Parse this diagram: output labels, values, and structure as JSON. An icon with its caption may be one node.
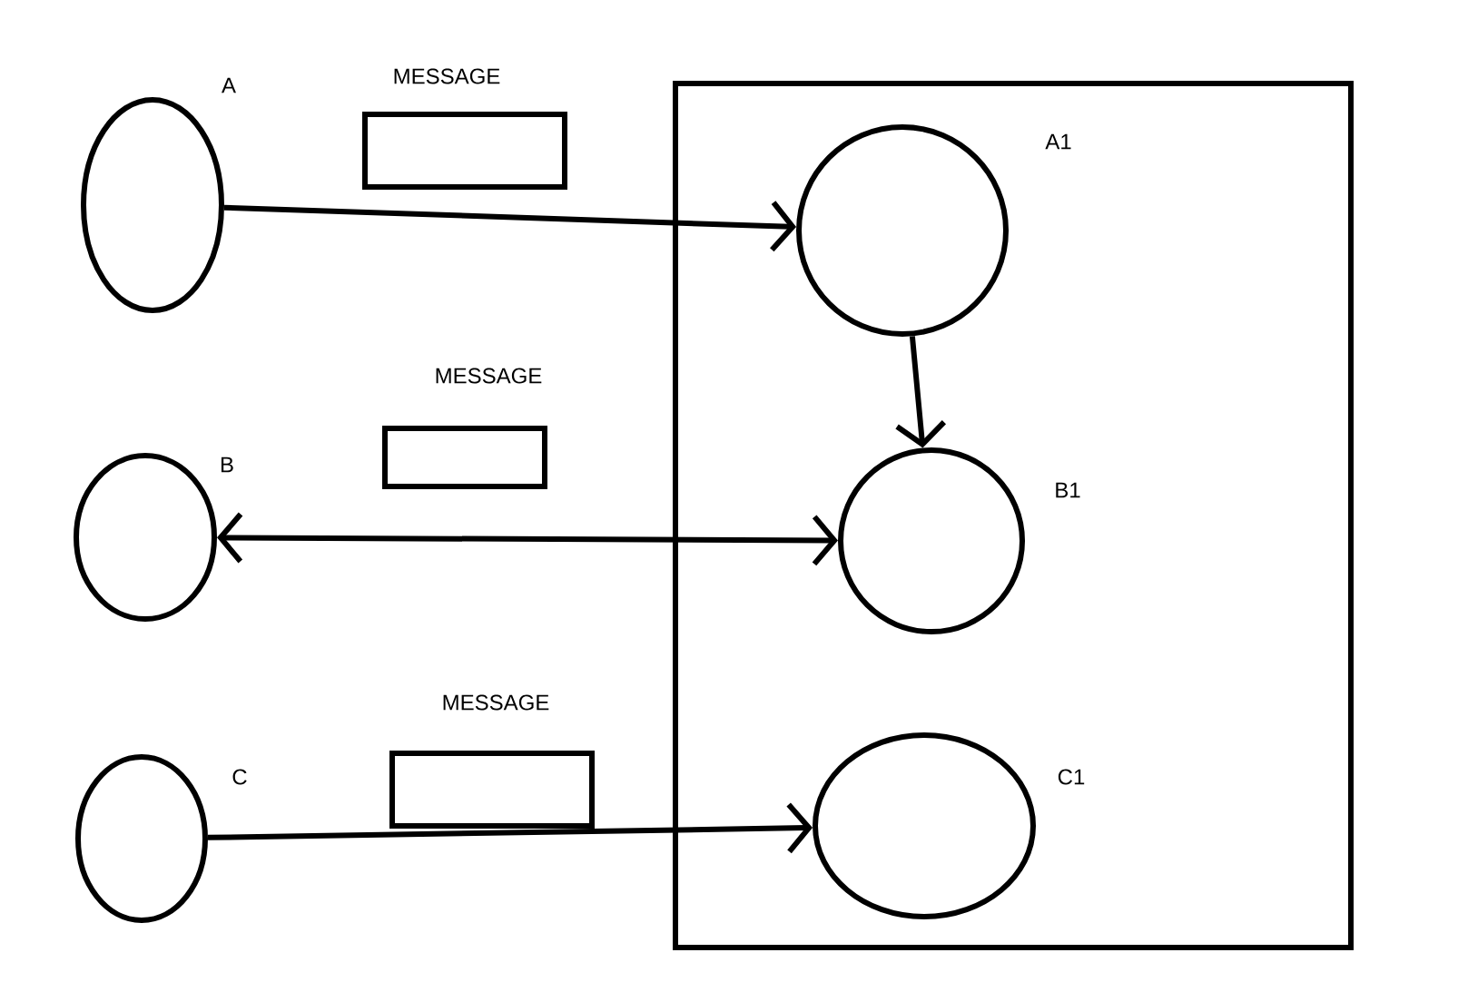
{
  "diagram": {
    "nodes": [
      {
        "text": [
          "A"
        ]
      },
      {
        "text": [
          "MESSAGE"
        ]
      },
      {
        "text": [],
        "shape": "box"
      },
      {
        "text": [
          "A1"
        ],
        "in": 2
      },
      {
        "text": [
          "B1"
        ],
        "in": 2
      },
      {
        "text": [
          "C1"
        ],
        "in": 2
      },
      {
        "text": [
          "B"
        ]
      },
      {
        "text": [
          "MESSAGE"
        ]
      },
      {
        "text": [
          "C"
        ]
      },
      {
        "text": [
          "MESSAGE"
        ]
      }
    ],
    "edges": [
      {
        "from": 0,
        "to": 3,
        "arrow": "to"
      },
      {
        "from": 3,
        "to": 4,
        "arrow": "to"
      },
      {
        "from": 6,
        "to": 4,
        "arrow": "both"
      },
      {
        "from": 8,
        "to": 5,
        "arrow": "to"
      }
    ]
  }
}
